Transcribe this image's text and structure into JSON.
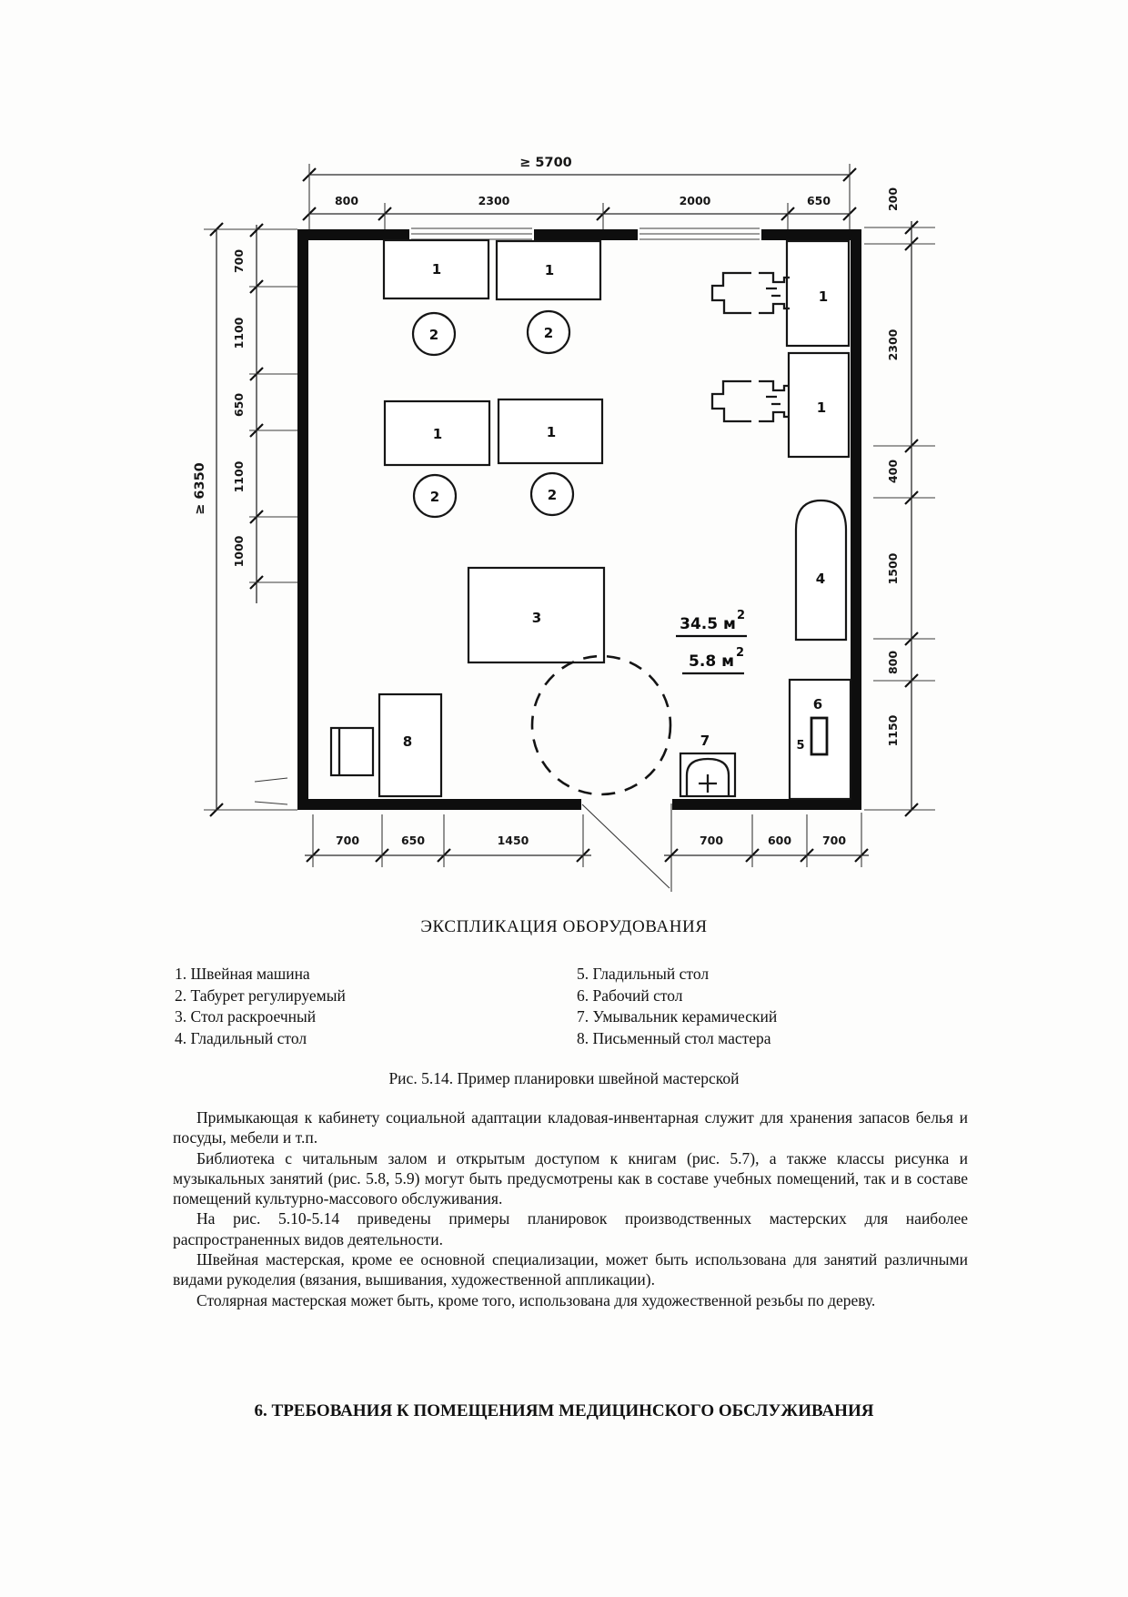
{
  "plan": {
    "top_overall": "≥ 5700",
    "top_seg": [
      "800",
      "2300",
      "2000",
      "650"
    ],
    "left_overall": "≥ 6350",
    "left_seg": [
      "700",
      "1100",
      "650",
      "1100",
      "1000"
    ],
    "right_seg": [
      "200",
      "2300",
      "400",
      "1500",
      "800",
      "1150"
    ],
    "bottom_left_seg": [
      "700",
      "650",
      "1450"
    ],
    "bottom_right_seg": [
      "700",
      "600",
      "700"
    ],
    "area_main": "34.5 м",
    "area_main_sup": "2",
    "area_secondary": "5.8 м",
    "area_secondary_sup": "2",
    "num": {
      "sewing_machine": "1",
      "stool": "2",
      "cutting_table": "3",
      "ironing_table": "4",
      "ironing_board": "5",
      "work_table": "6",
      "washbasin": "7",
      "master_desk": "8"
    }
  },
  "legend": {
    "title": "ЭКСПЛИКАЦИЯ ОБОРУДОВАНИЯ",
    "left": [
      "1. Швейная машина",
      "2. Табурет регулируемый",
      "3. Стол раскроечный",
      "4. Гладильный стол"
    ],
    "right": [
      "5. Гладильный стол",
      "6. Рабочий стол",
      "7. Умывальник керамический",
      "8. Письменный стол мастера"
    ]
  },
  "caption": "Рис. 5.14. Пример планировки швейной мастерской",
  "body": {
    "paragraphs": [
      "Примыкающая к кабинету социальной адаптации кладовая-инвентарная служит для хранения запасов белья и посуды, мебели и т.п.",
      "Библиотека с читальным залом и открытым доступом к книгам (рис. 5.7), а также классы рисунка и музыкальных занятий (рис. 5.8, 5.9) могут быть предусмотрены как в составе учебных помещений, так и в составе помещений культурно-массового обслуживания.",
      "На рис. 5.10-5.14 приведены примеры планировок производственных мастерских для наиболее распространенных видов деятельности.",
      "Швейная мастерская, кроме ее основной специализации, может быть использована для занятий различными видами рукоделия (вязания, вышивания, художественной аппликации).",
      "Столярная мастерская может быть, кроме того, использована для художественной резьбы по дереву."
    ]
  },
  "section_heading": "6. ТРЕБОВАНИЯ К ПОМЕЩЕНИЯМ МЕДИЦИНСКОГО ОБСЛУЖИВАНИЯ"
}
